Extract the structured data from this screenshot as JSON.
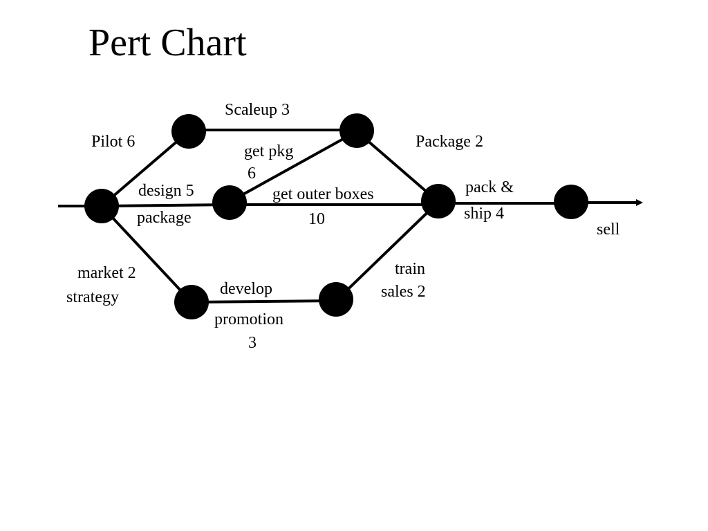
{
  "slide": {
    "title": "Pert Chart"
  },
  "colors": {
    "ink": "#000000",
    "background": "#ffffff"
  },
  "labels": {
    "pilot": "Pilot 6",
    "scaleup": "Scaleup 3",
    "get_pkg_1": "get pkg",
    "get_pkg_2": "6",
    "package_activity": "Package 2",
    "design_1": "design 5",
    "design_2": "package",
    "outer_boxes_1": "get outer boxes",
    "outer_boxes_2": "10",
    "pack_1": "pack &",
    "pack_2": "ship 4",
    "sell": "sell",
    "market_1": "market 2",
    "market_2": "strategy",
    "develop_1": "develop",
    "develop_2": "promotion",
    "develop_3": "3",
    "train_1": "train",
    "train_2": "sales 2"
  }
}
